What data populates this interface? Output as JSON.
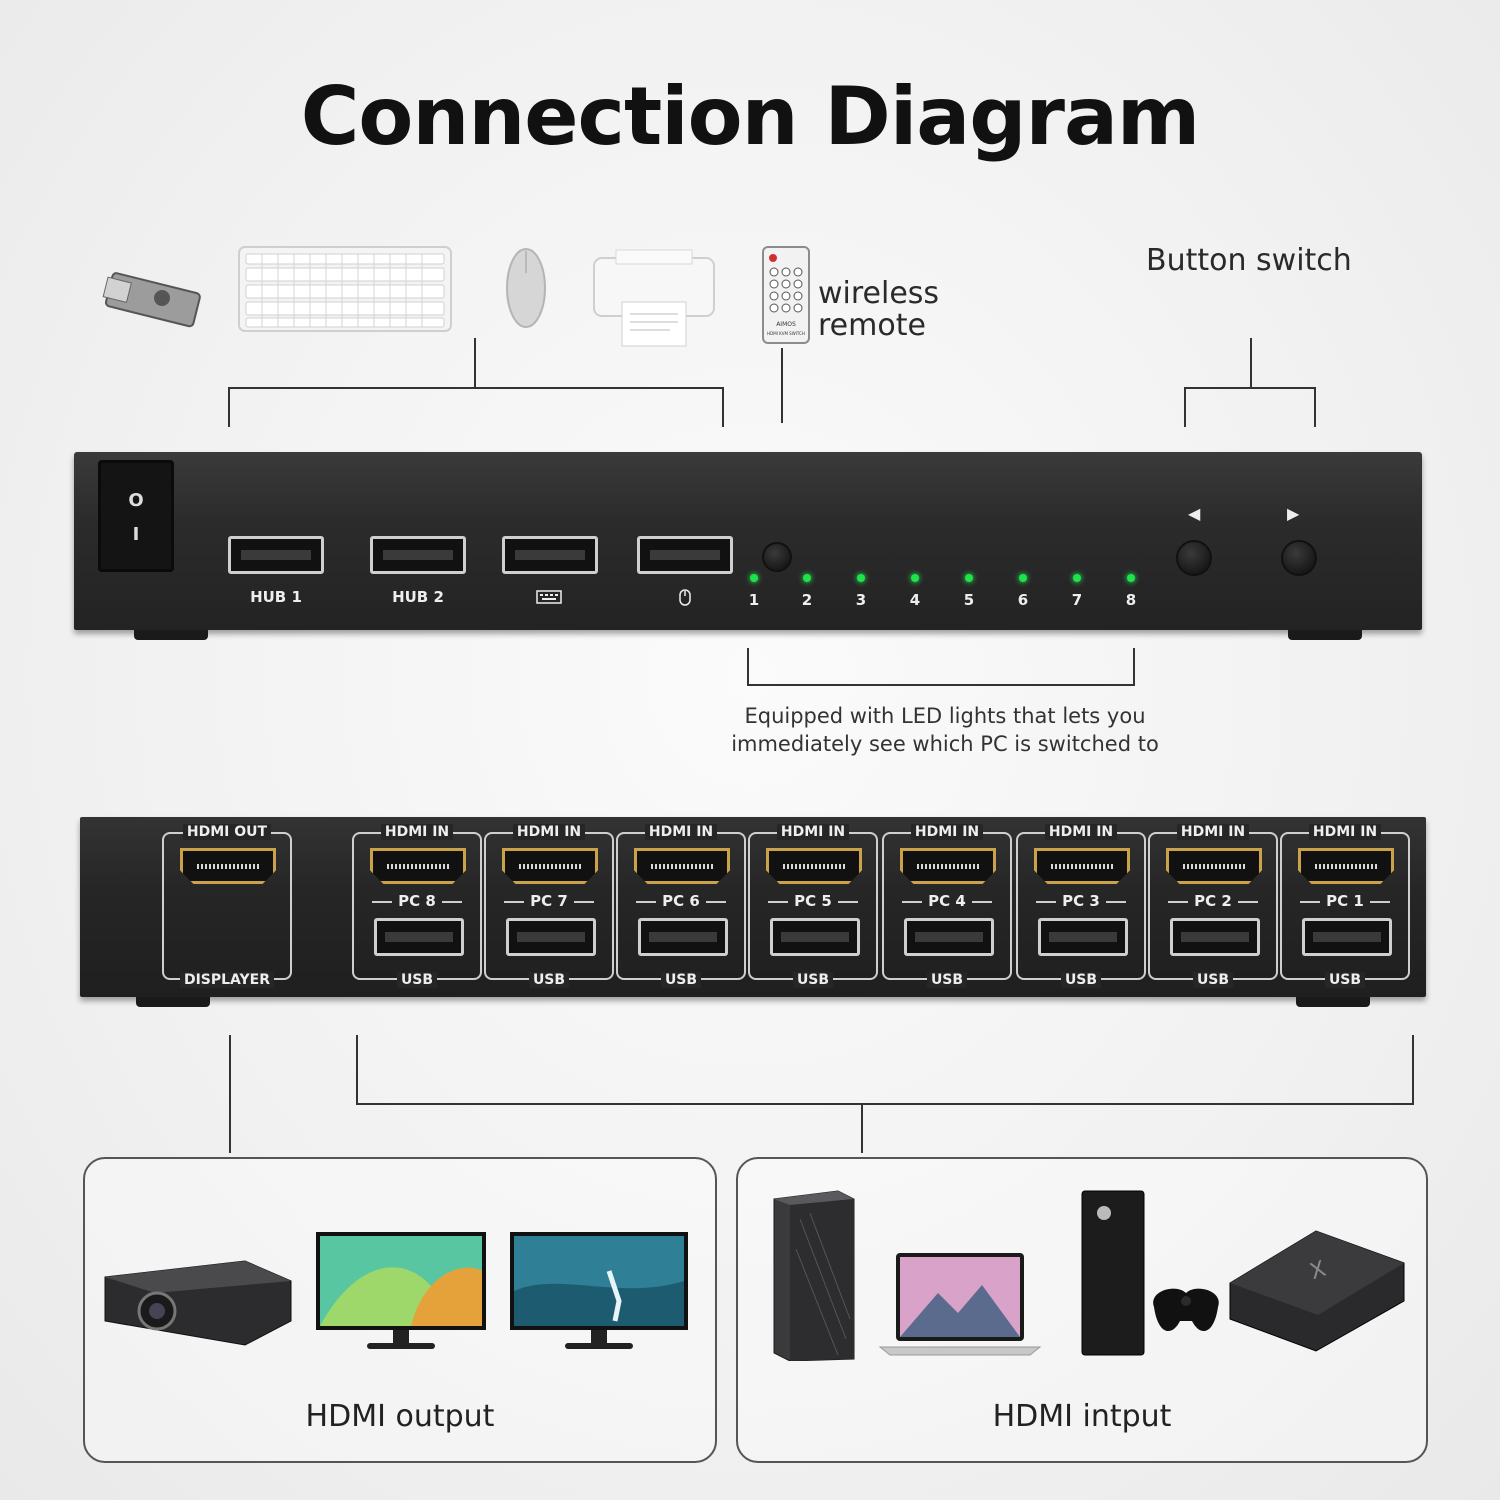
{
  "title": "Connection Diagram",
  "top_callouts": {
    "wireless_remote_line1": "wireless",
    "wireless_remote_line2": "remote",
    "button_switch": "Button switch",
    "remote_brand": "AIMOS",
    "remote_model": "HDMI KVM SWITCH"
  },
  "front_panel": {
    "power_on_symbol": "I",
    "power_off_symbol": "O",
    "ports": [
      "HUB 1",
      "HUB 2",
      "keyboard-icon",
      "mouse-icon"
    ],
    "port_labels": {
      "hub1": "HUB 1",
      "hub2": "HUB 2"
    },
    "leds": [
      "1",
      "2",
      "3",
      "4",
      "5",
      "6",
      "7",
      "8"
    ],
    "left_arrow": "◀",
    "right_arrow": "▶",
    "led_color": "#1ee34a"
  },
  "led_note": {
    "line1": "Equipped with LED lights that lets you",
    "line2": "immediately see which PC is switched to"
  },
  "rear_panel": {
    "hdmi_out_label": "HDMI OUT",
    "displayer_label": "DISPLAYER",
    "inputs": [
      {
        "hdmi": "HDMI IN",
        "pc": "PC 8",
        "usb": "USB"
      },
      {
        "hdmi": "HDMI IN",
        "pc": "PC 7",
        "usb": "USB"
      },
      {
        "hdmi": "HDMI IN",
        "pc": "PC 6",
        "usb": "USB"
      },
      {
        "hdmi": "HDMI IN",
        "pc": "PC 5",
        "usb": "USB"
      },
      {
        "hdmi": "HDMI IN",
        "pc": "PC 4",
        "usb": "USB"
      },
      {
        "hdmi": "HDMI IN",
        "pc": "PC 3",
        "usb": "USB"
      },
      {
        "hdmi": "HDMI IN",
        "pc": "PC 2",
        "usb": "USB"
      },
      {
        "hdmi": "HDMI IN",
        "pc": "PC 1",
        "usb": "USB"
      }
    ],
    "hdmi_port_color": "#c9a24a"
  },
  "output_box": {
    "label": "HDMI output"
  },
  "input_box": {
    "label": "HDMI intput"
  }
}
